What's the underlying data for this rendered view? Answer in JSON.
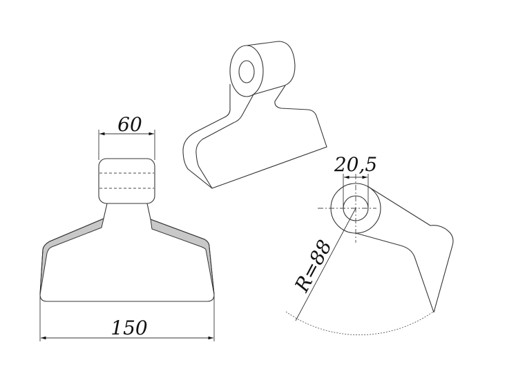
{
  "dimensions": {
    "top_width": "60",
    "bottom_width": "150",
    "hole_diameter": "20,5",
    "radius": "R=88"
  }
}
